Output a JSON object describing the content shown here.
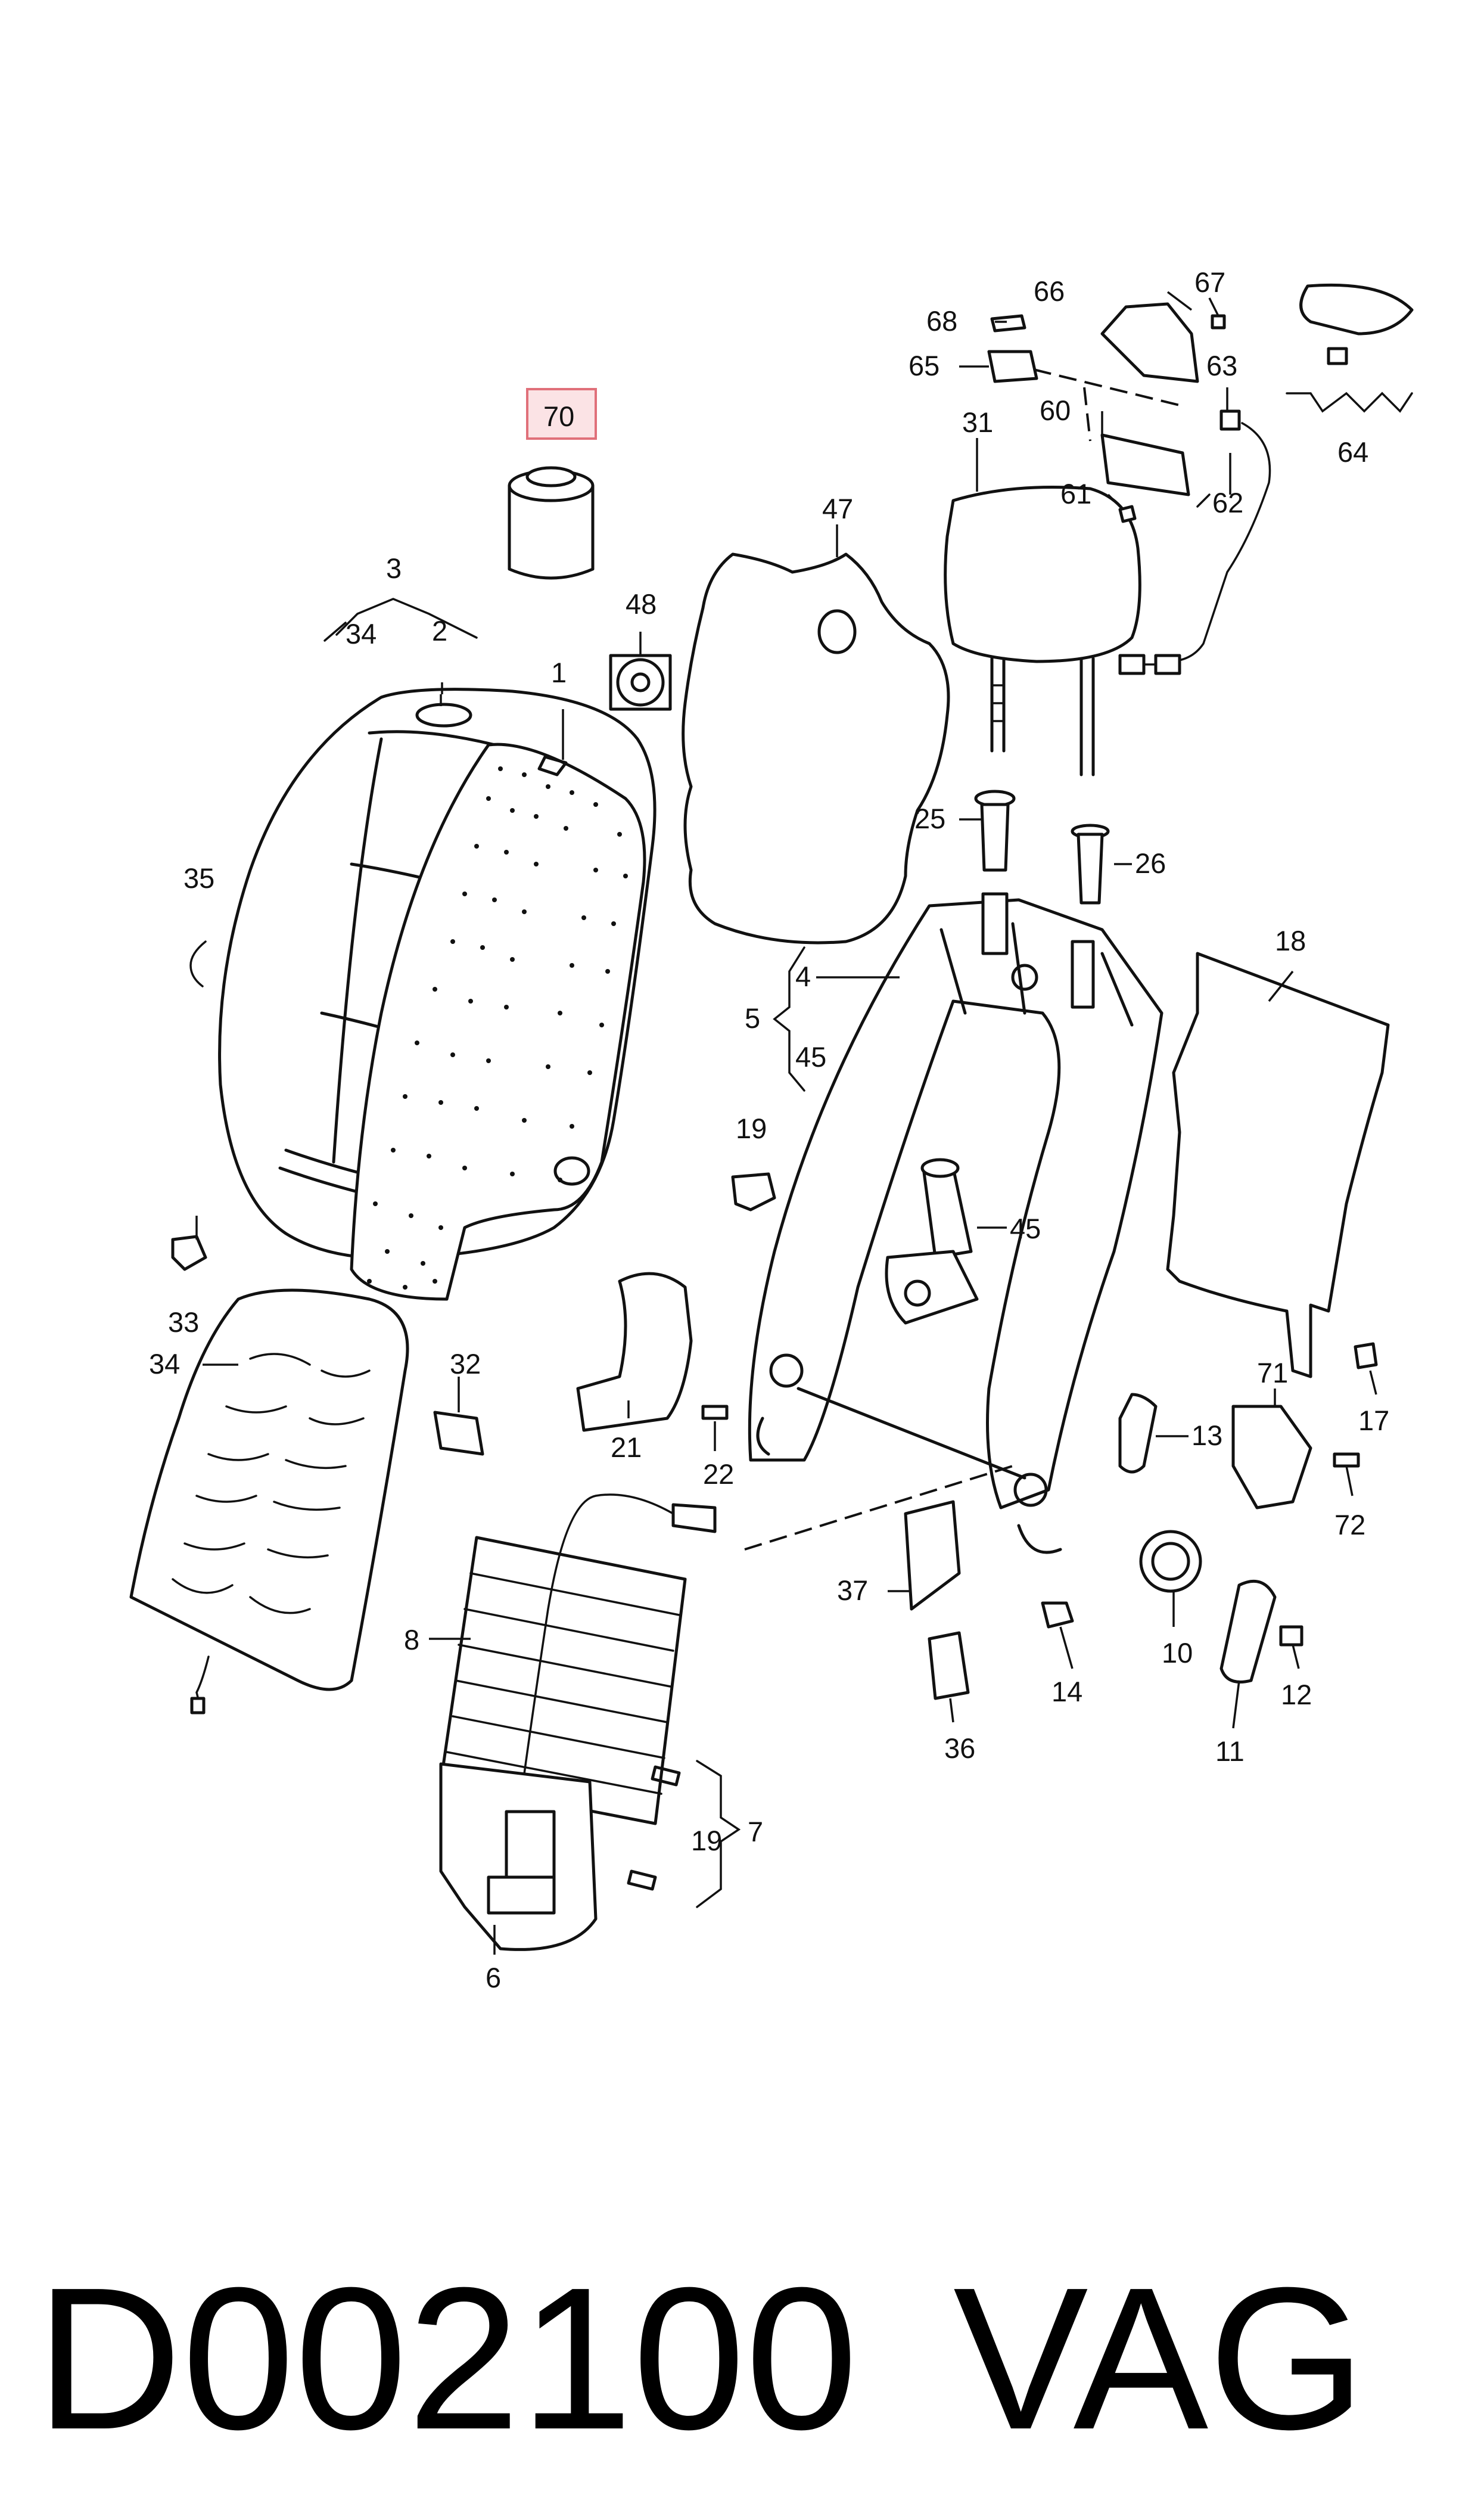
{
  "diagram": {
    "part_labels": [
      "1",
      "2",
      "3",
      "34",
      "34",
      "35",
      "33",
      "47",
      "48",
      "31",
      "25",
      "26",
      "4",
      "5",
      "45",
      "19",
      "45",
      "18",
      "66",
      "67",
      "68",
      "65",
      "63",
      "60",
      "62",
      "61",
      "64",
      "70",
      "32",
      "21",
      "22",
      "13",
      "17",
      "71",
      "72",
      "37",
      "10",
      "14",
      "12",
      "11",
      "36",
      "8",
      "7",
      "19",
      "6"
    ],
    "highlighted_part": "70",
    "footer_code": "D002100",
    "footer_brand": "VAG"
  }
}
